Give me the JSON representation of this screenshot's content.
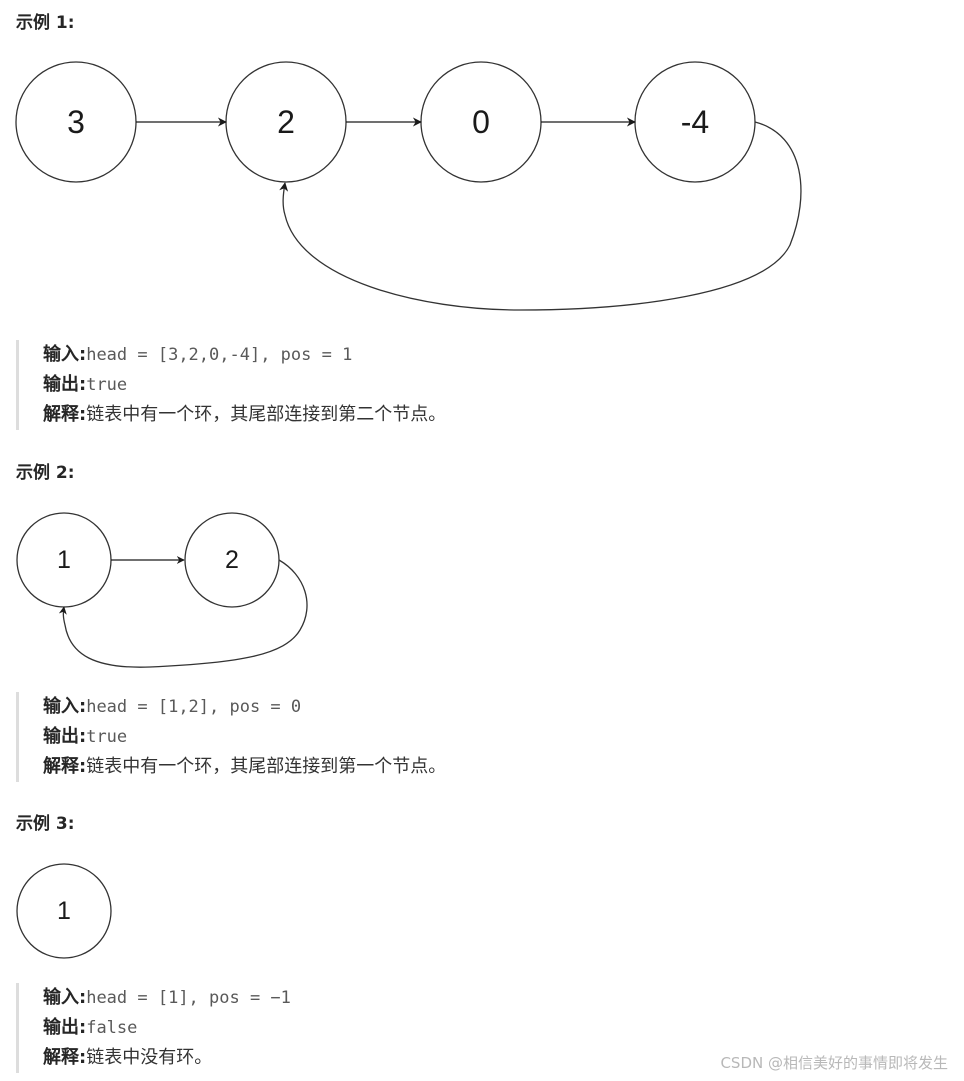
{
  "examples": [
    {
      "heading": "示例 1:",
      "nodes": [
        "3",
        "2",
        "0",
        "-4"
      ],
      "cycle_to_index": 1,
      "input_label": "输入:",
      "input_value": "head = [3,2,0,-4], pos = 1",
      "output_label": "输出:",
      "output_value": "true",
      "explain_label": "解释:",
      "explain_value": "链表中有一个环，其尾部连接到第二个节点。"
    },
    {
      "heading": "示例 2:",
      "nodes": [
        "1",
        "2"
      ],
      "cycle_to_index": 0,
      "input_label": "输入:",
      "input_value": "head = [1,2], pos = 0",
      "output_label": "输出:",
      "output_value": "true",
      "explain_label": "解释:",
      "explain_value": "链表中有一个环，其尾部连接到第一个节点。"
    },
    {
      "heading": "示例 3:",
      "nodes": [
        "1"
      ],
      "cycle_to_index": -1,
      "input_label": "输入:",
      "input_value": "head = [1], pos = −1",
      "output_label": "输出:",
      "output_value": "false",
      "explain_label": "解释:",
      "explain_value": "链表中没有环。"
    }
  ],
  "watermark": "CSDN @相信美好的事情即将发生"
}
